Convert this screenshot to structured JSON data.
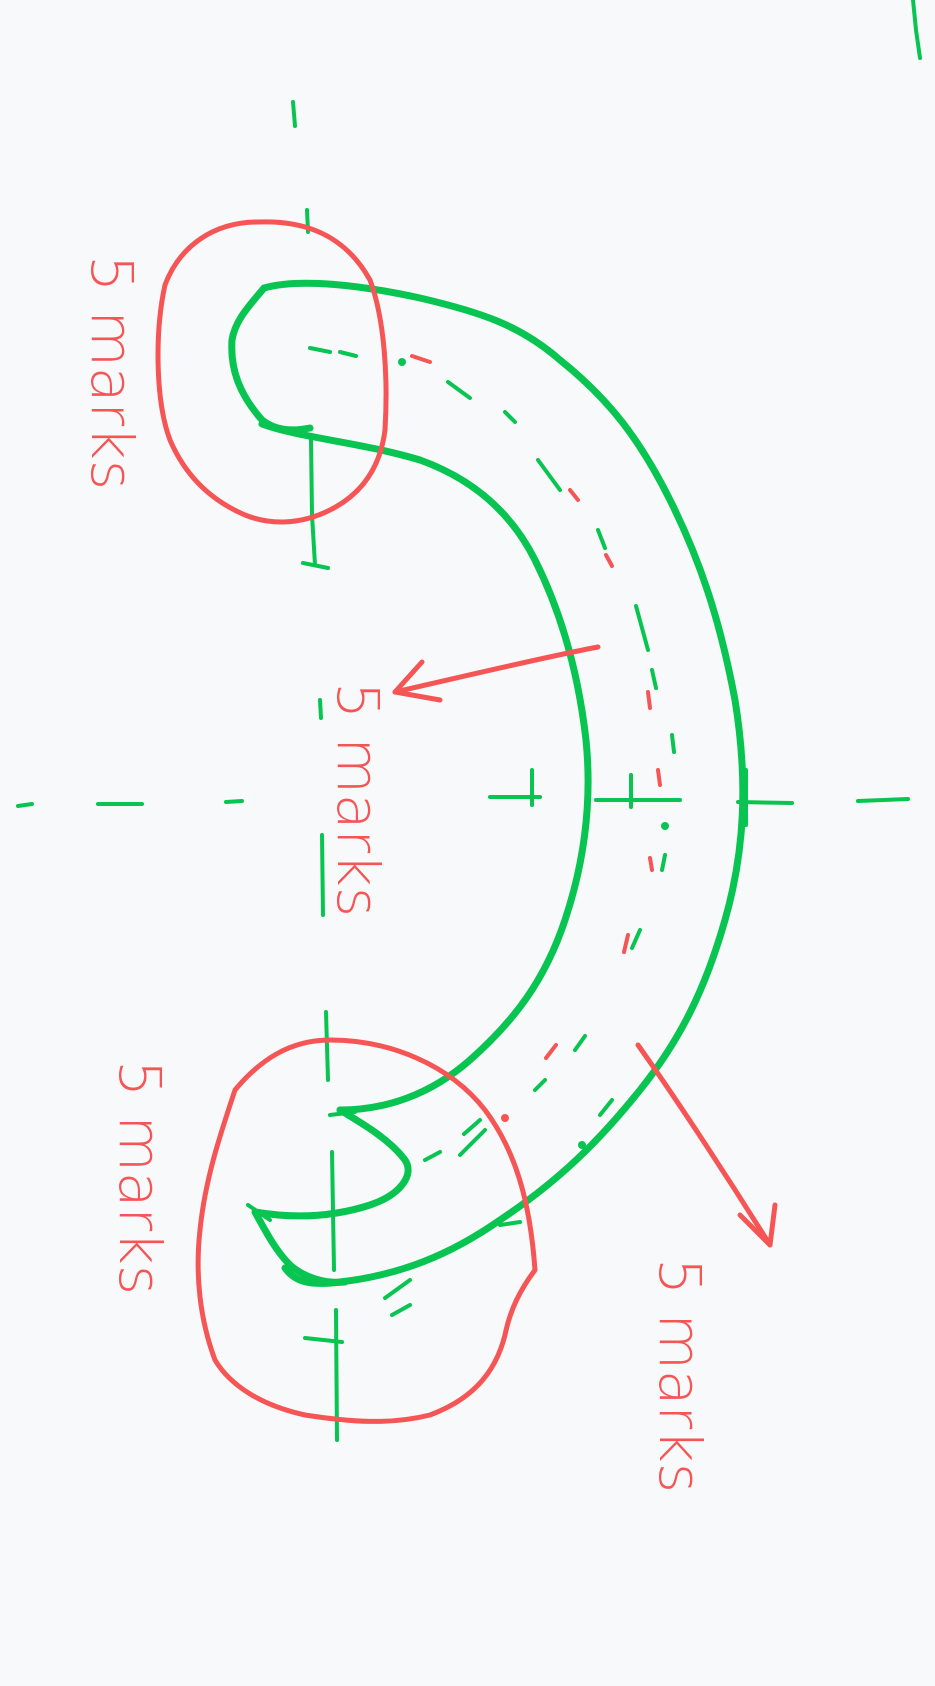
{
  "colors": {
    "background": "#f8f9fa",
    "sketch": "#08c451",
    "annotation": "#f65556"
  },
  "annotations": [
    {
      "id": "top-left",
      "text": "5 marks"
    },
    {
      "id": "center",
      "text": "5 marks"
    },
    {
      "id": "bottom-left",
      "text": "5 marks"
    },
    {
      "id": "bottom-right",
      "text": "5 marks"
    }
  ]
}
